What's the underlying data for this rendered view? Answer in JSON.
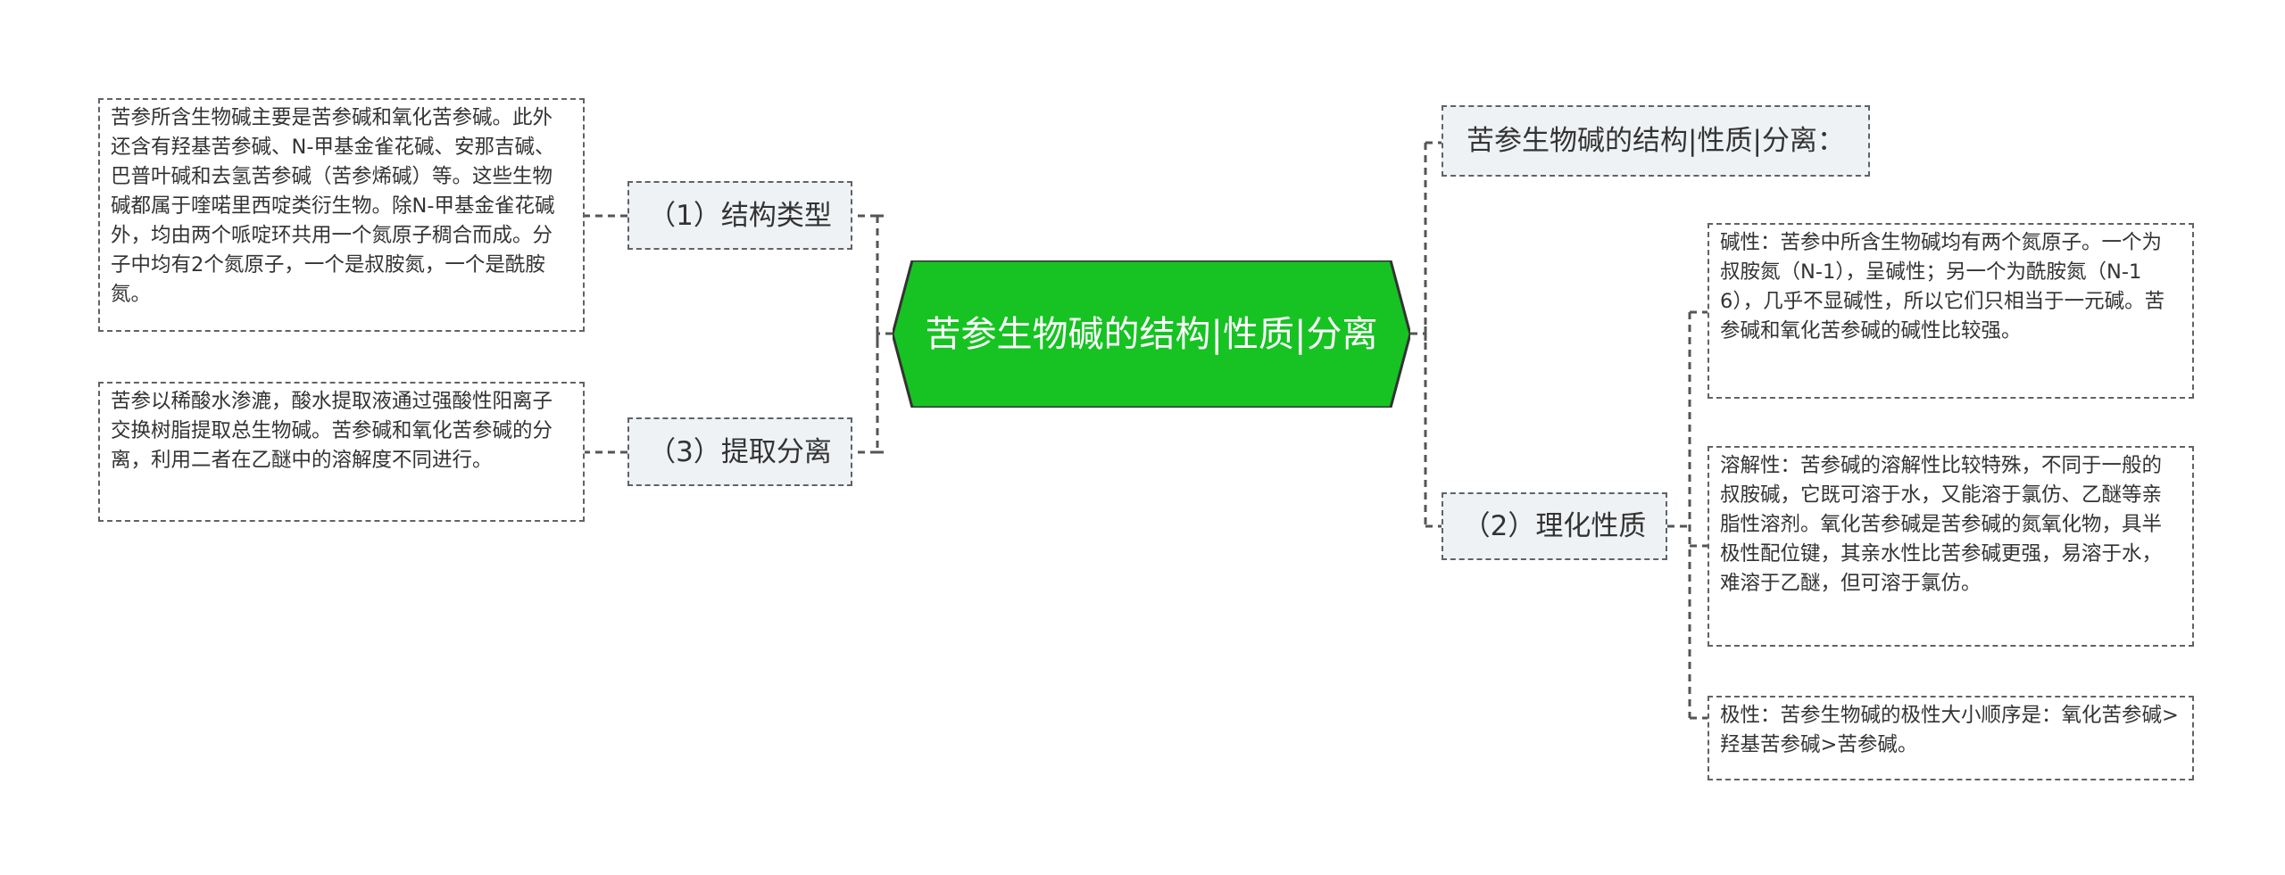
{
  "root": {
    "title": "苦参生物碱的结构|性质|分离",
    "fill": "#16c322",
    "stroke": "#333333"
  },
  "branches": {
    "structure": {
      "label": "（1）结构类型",
      "text": "苦参所含生物碱主要是苦参碱和氧化苦参碱。此外还含有羟基苦参碱、N-甲基金雀花碱、安那吉碱、巴普叶碱和去氢苦参碱（苦参烯碱）等。这些生物碱都属于喹喏里西啶类衍生物。除N-甲基金雀花碱外，均由两个哌啶环共用一个氮原子稠合而成。分子中均有2个氮原子，一个是叔胺氮，一个是酰胺氮。"
    },
    "extraction": {
      "label": "（3）提取分离",
      "text": "苦参以稀酸水渗漉，酸水提取液通过强酸性阳离子交换树脂提取总生物碱。苦参碱和氧化苦参碱的分离，利用二者在乙醚中的溶解度不同进行。"
    },
    "heading": {
      "label": "苦参生物碱的结构|性质|分离："
    },
    "properties": {
      "label": "（2）理化性质",
      "items": [
        "碱性：苦参中所含生物碱均有两个氮原子。一个为叔胺氮（N-1），呈碱性；另一个为酰胺氮（N-16），几乎不显碱性，所以它们只相当于一元碱。苦参碱和氧化苦参碱的碱性比较强。",
        "溶解性：苦参碱的溶解性比较特殊，不同于一般的叔胺碱，它既可溶于水，又能溶于氯仿、乙醚等亲脂性溶剂。氧化苦参碱是苦参碱的氮氧化物，具半极性配位键，其亲水性比苦参碱更强，易溶于水，难溶于乙醚，但可溶于氯仿。",
        "极性：苦参生物碱的极性大小顺序是：氧化苦参碱>羟基苦参碱>苦参碱。"
      ]
    }
  },
  "colors": {
    "line": "#555555",
    "branch_bg": "#eff2f5",
    "border": "#5f6368"
  }
}
